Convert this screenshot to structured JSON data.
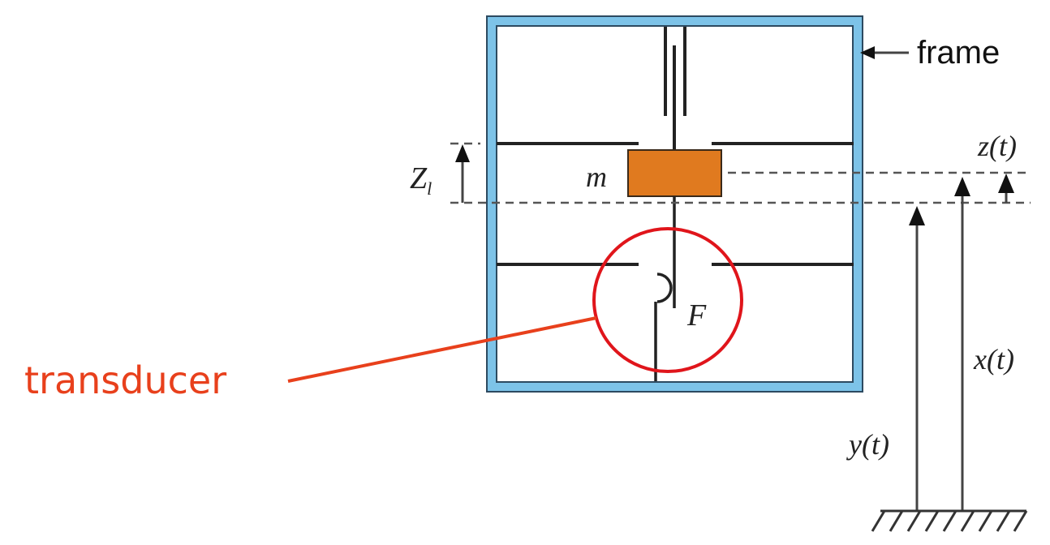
{
  "labels": {
    "frame": "frame",
    "mass": "m",
    "force": "F",
    "transducer": "transducer",
    "z_limit": "Z",
    "z_limit_sub": "l",
    "z": "z(t)",
    "x": "x(t)",
    "y": "y(t)"
  },
  "colors": {
    "frame_fill": "#7dc3e8",
    "frame_edge": "#2d4a60",
    "mass": "#e07a1f",
    "circle": "#e0151b",
    "transducer": "#e8401c"
  }
}
